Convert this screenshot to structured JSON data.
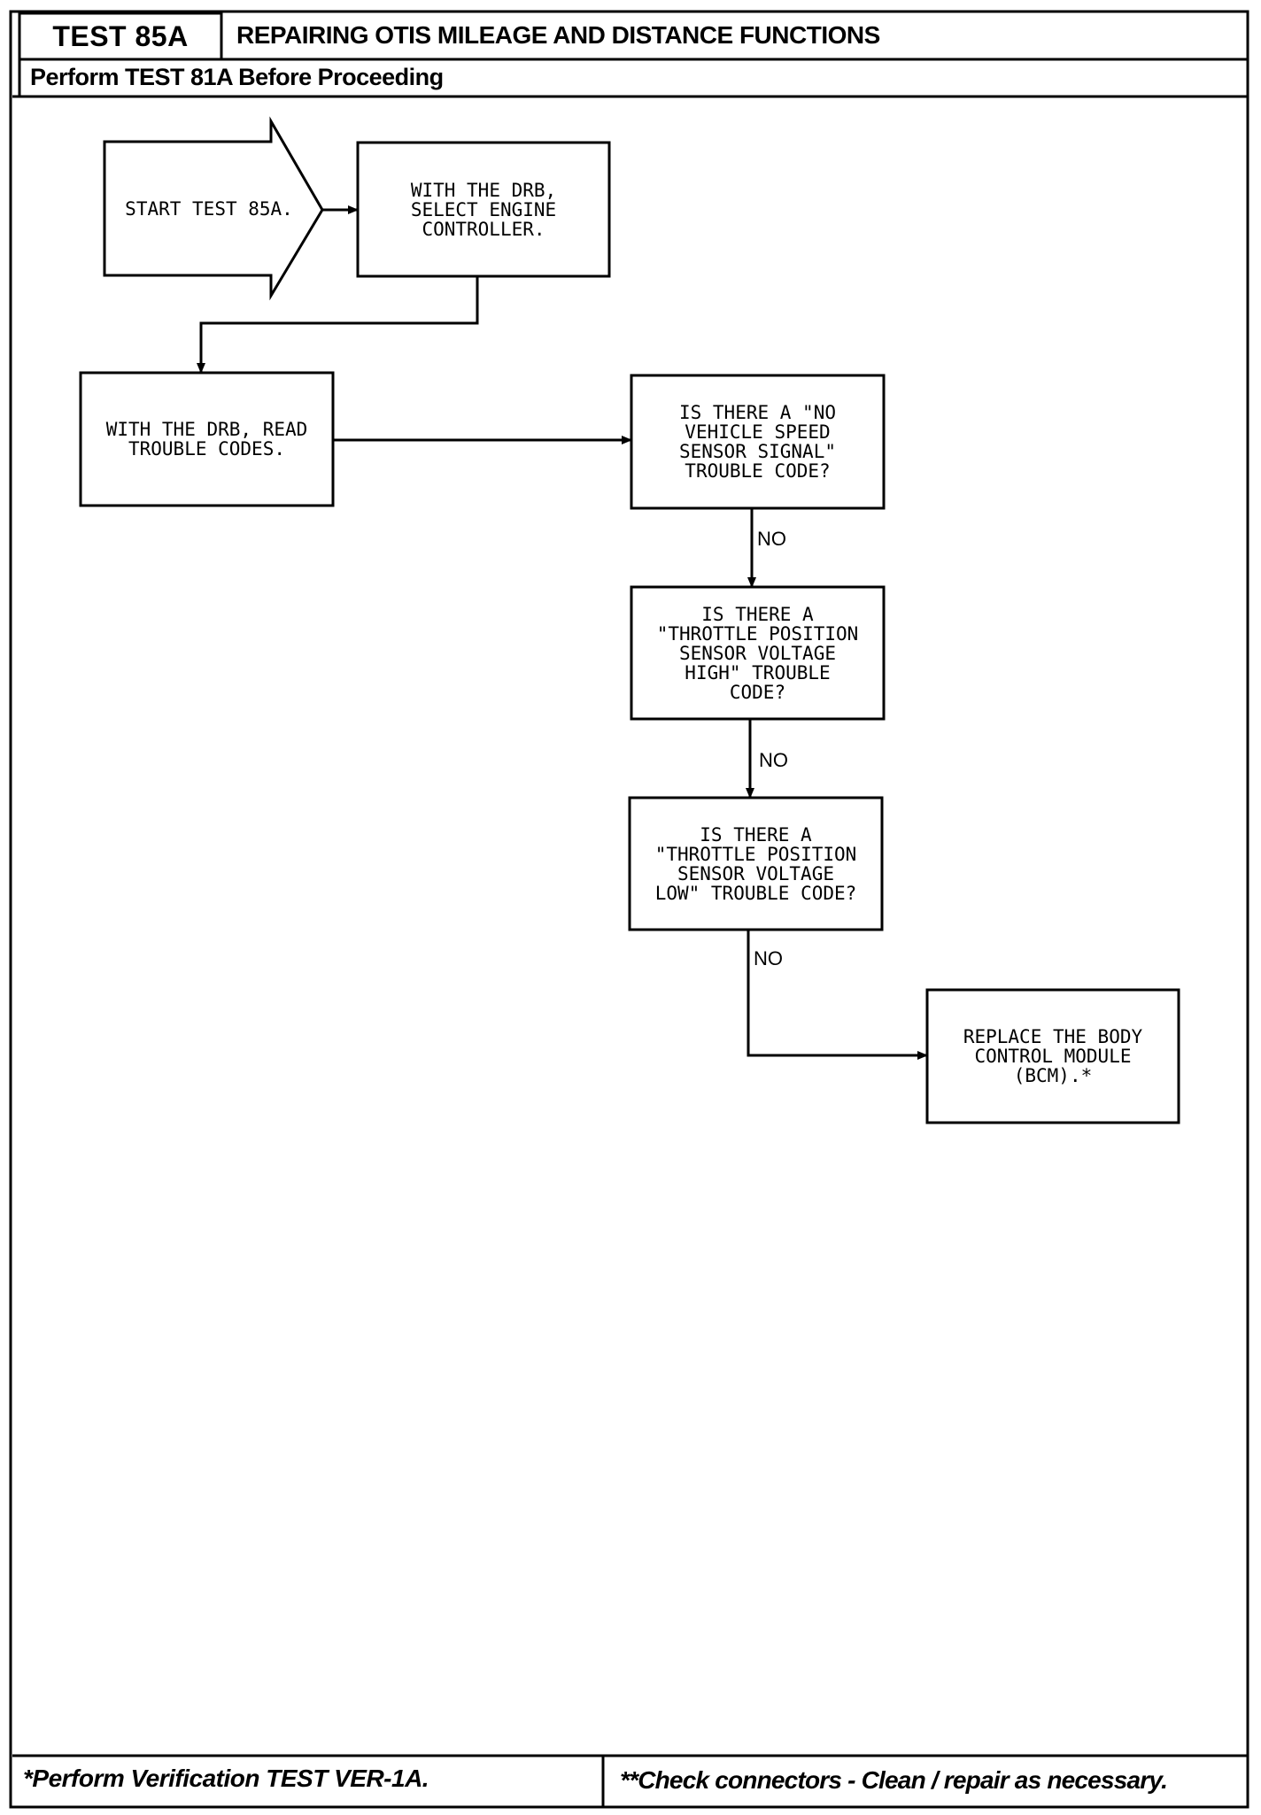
{
  "header": {
    "test_id": "TEST 85A",
    "title": "REPAIRING OTIS MILEAGE AND DISTANCE FUNCTIONS",
    "prerequisite": "Perform TEST 81A Before Proceeding"
  },
  "flowchart": {
    "start": "START TEST 85A.",
    "select_controller": "WITH THE DRB,\nSELECT ENGINE\nCONTROLLER.",
    "read_codes": "WITH THE DRB, READ\nTROUBLE CODES.",
    "q_vehicle_speed": "IS THERE A \"NO\nVEHICLE SPEED\nSENSOR SIGNAL\"\nTROUBLE CODE?",
    "q_tps_high": "IS THERE A\n\"THROTTLE POSITION\nSENSOR VOLTAGE\nHIGH\" TROUBLE\nCODE?",
    "q_tps_low": "IS THERE A\n\"THROTTLE POSITION\nSENSOR VOLTAGE\nLOW\" TROUBLE CODE?",
    "replace_bcm": "REPLACE THE BODY\nCONTROL MODULE\n(BCM).*",
    "edge_labels": {
      "no_1": "NO",
      "no_2": "NO",
      "no_3": "NO"
    }
  },
  "footer": {
    "verification_note": "*Perform Verification TEST VER-1A.",
    "connectors_note": "**Check connectors - Clean / repair as necessary."
  }
}
